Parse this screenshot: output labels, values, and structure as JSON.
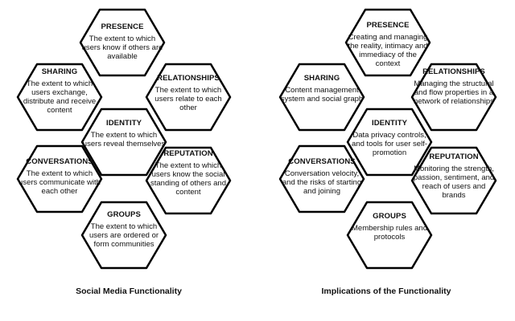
{
  "left": {
    "caption": "Social Media Functionality",
    "hexes": {
      "presence": {
        "title": "PRESENCE",
        "desc": "The extent to which users know if others are available"
      },
      "sharing": {
        "title": "SHARING",
        "desc": "The extent to which users exchange, distribute and receive content"
      },
      "relationships": {
        "title": "RELATIONSHIPS",
        "desc": "The extent to which users relate to each other"
      },
      "identity": {
        "title": "IDENTITY",
        "desc": "The extent to which users reveal themselves"
      },
      "conversations": {
        "title": "CONVERSATIONS",
        "desc": "The extent to which users communicate with each other"
      },
      "reputation": {
        "title": "REPUTATION",
        "desc": "The extent to which users know the social standing of others and content"
      },
      "groups": {
        "title": "GROUPS",
        "desc": "The extent to which users are ordered or form communities"
      }
    }
  },
  "right": {
    "caption": "Implications of the Functionality",
    "hexes": {
      "presence": {
        "title": "PRESENCE",
        "desc": "Creating and managing the reality, intimacy and immediacy of the context"
      },
      "sharing": {
        "title": "SHARING",
        "desc": "Content management system and social graph"
      },
      "relationships": {
        "title": "RELATIONSHIPS",
        "desc": "Managing the structural and flow properties in a network of relationships"
      },
      "identity": {
        "title": "IDENTITY",
        "desc": "Data privacy controls, and tools for user self-promotion"
      },
      "conversations": {
        "title": "CONVERSATIONS",
        "desc": "Conversation velocity, and the risks of starting and joining"
      },
      "reputation": {
        "title": "REPUTATION",
        "desc": "Monitoring the strength, passion, sentiment, and reach of users and brands"
      },
      "groups": {
        "title": "GROUPS",
        "desc": "Membership rules and protocols"
      }
    }
  }
}
